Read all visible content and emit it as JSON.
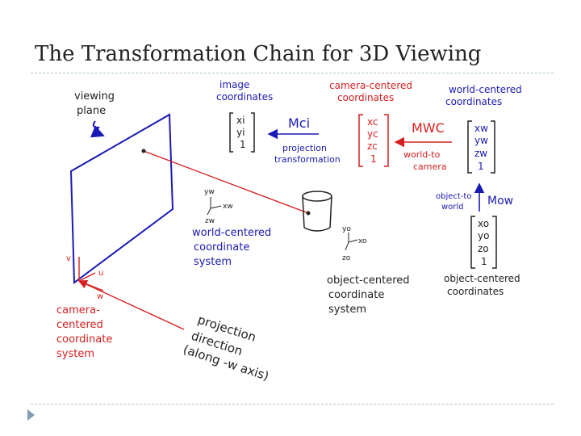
{
  "title": "The Transformation Chain for 3D Viewing",
  "colors": {
    "blue": "#1a1ab4",
    "red": "#d42020",
    "ink": "#222222",
    "rule": "#a9c4cf",
    "bullet": "#7f9fb1"
  },
  "labels": {
    "viewing_plane": [
      "viewing",
      "plane"
    ],
    "image_coords": [
      "image",
      "coordinates"
    ],
    "camera_coords_top": [
      "camera-centered",
      "coordinates"
    ],
    "world_coords_top": [
      "world-centered",
      "coordinates"
    ],
    "m_ci": "Mci",
    "m_wc": "MWC",
    "m_ow": "Mow",
    "projection_transformation": [
      "projection",
      "transformation"
    ],
    "world_to_camera": [
      "world-to",
      "camera"
    ],
    "object_to_world": [
      "object-to",
      "world"
    ],
    "world_system": [
      "world-centered",
      "coordinate",
      "system"
    ],
    "object_system": [
      "object-centered",
      "coordinate",
      "system"
    ],
    "object_coords_bottom": [
      "object-centered",
      "coordinates"
    ],
    "camera_system": [
      "camera-",
      "centered",
      "coordinate",
      "system"
    ],
    "projection_direction": [
      "projection",
      "direction",
      "(along -w axis)"
    ]
  },
  "vectors": {
    "image": [
      "xi",
      "yi",
      "1"
    ],
    "camera": [
      "xc",
      "yc",
      "zc",
      "1"
    ],
    "world": [
      "xw",
      "yw",
      "zw",
      "1"
    ],
    "object": [
      "xo",
      "yo",
      "zo",
      "1"
    ]
  },
  "axes": {
    "world": {
      "y": "yw",
      "x": "xw",
      "z": "zw"
    },
    "object": {
      "y": "yo",
      "x": "xo",
      "z": "zo"
    },
    "camera": {
      "v": "v",
      "u": "u",
      "w": "w"
    }
  }
}
